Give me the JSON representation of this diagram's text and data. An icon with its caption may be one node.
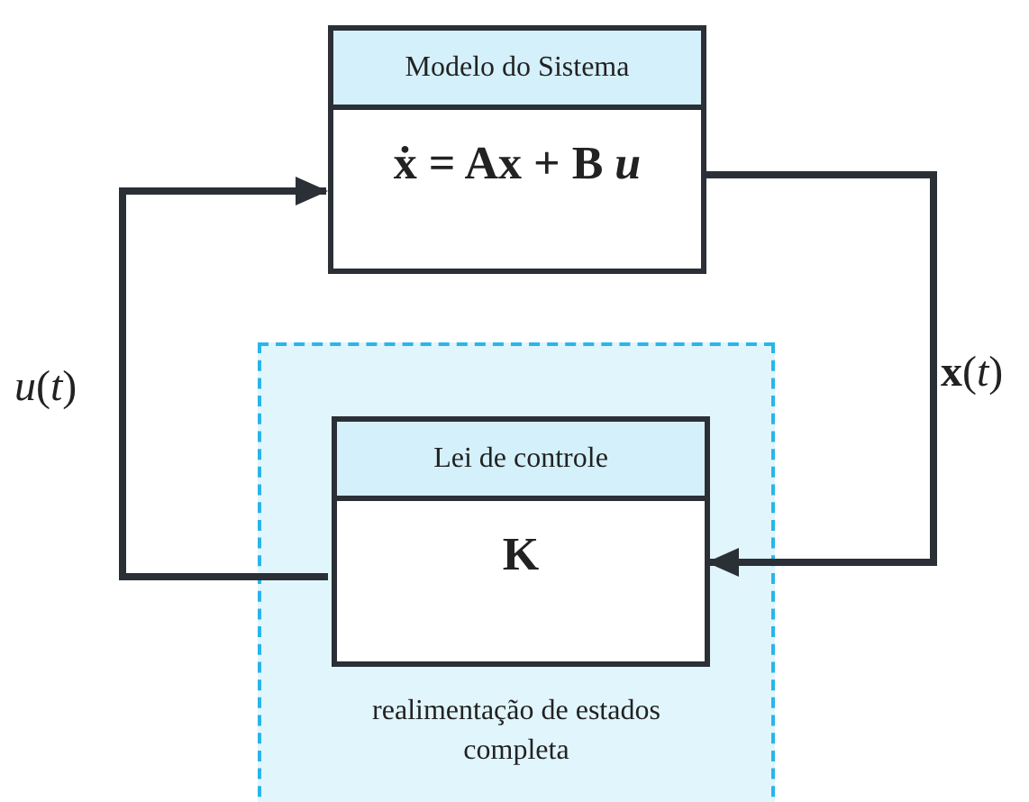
{
  "diagram": {
    "nodes": [
      {
        "text": [
          "Modelo do Sistema",
          "ẋ = Ax + B *u*"
        ]
      },
      {
        "text": [
          "realimentação de estados completa"
        ]
      },
      {
        "text": [
          "Lei de controle",
          "K"
        ],
        "in": 1
      }
    ],
    "edges": [
      {
        "from": 0,
        "to": 2,
        "arrow": "to",
        "label": "**x**(*t*)"
      },
      {
        "from": 2,
        "to": 0,
        "arrow": "to",
        "label": "*u*(*t*)"
      }
    ]
  }
}
